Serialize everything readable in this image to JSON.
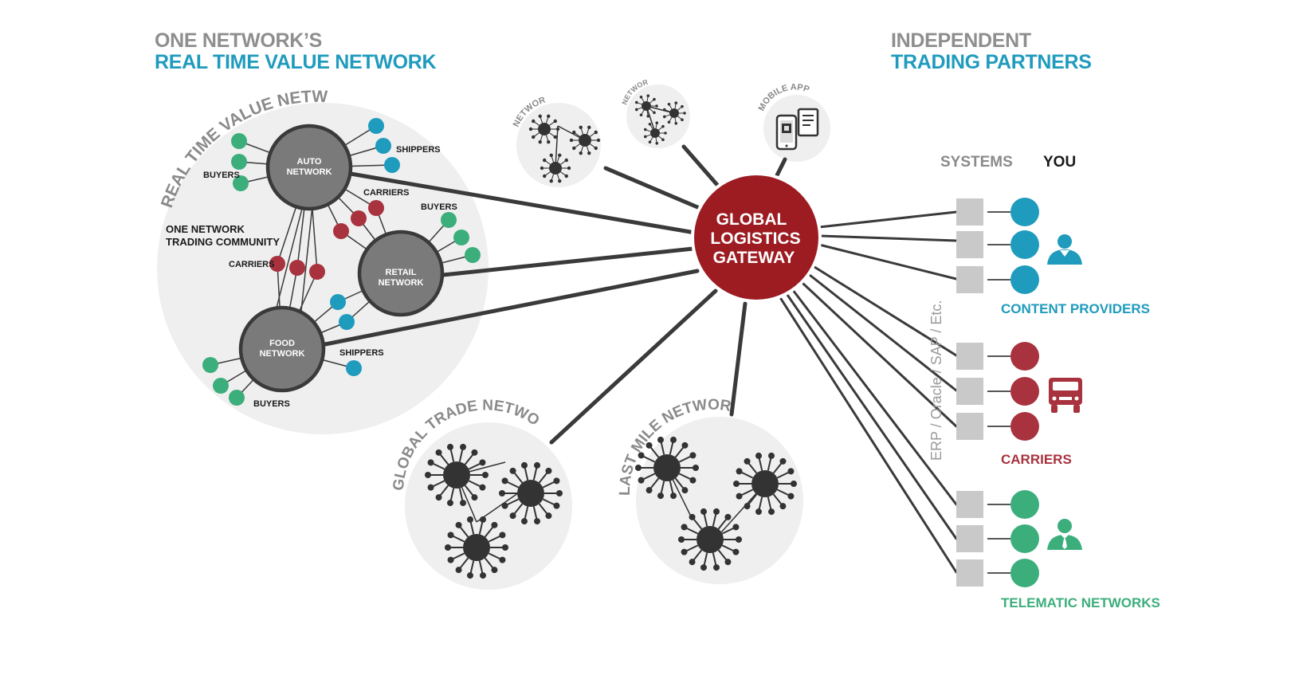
{
  "headings": {
    "left_line1": "ONE NETWORK’S",
    "left_line2": "REAL TIME VALUE NETWORK",
    "right_line1": "INDEPENDENT",
    "right_line2": "TRADING PARTNERS"
  },
  "rtvn": {
    "arc_title": "REAL TIME VALUE NETWORK",
    "community_line1": "ONE NETWORK",
    "community_line2": "TRADING COMMUNITY",
    "auto_line1": "AUTO",
    "auto_line2": "NETWORK",
    "retail_line1": "RETAIL",
    "retail_line2": "NETWORK",
    "food_line1": "FOOD",
    "food_line2": "NETWORK",
    "buyers": "BUYERS",
    "shippers": "SHIPPERS",
    "carriers": "CARRIERS"
  },
  "small_networks": {
    "network_a": "NETWORK",
    "network_b": "NETWORK",
    "mobile_apps": "MOBILE APPS"
  },
  "gateway": {
    "line1": "GLOBAL",
    "line2": "LOGISTICS",
    "line3": "GATEWAY"
  },
  "bottom_networks": {
    "global_trade": "GLOBAL TRADE NETWORK",
    "last_mile": "LAST MILE NETWORK"
  },
  "partners": {
    "systems": "SYSTEMS",
    "you": "YOU",
    "erp": "ERP / Oracle / SAP / Etc.",
    "content_providers": "CONTENT PROVIDERS",
    "carriers": "CARRIERS",
    "telematic_networks": "TELEMATIC NETWORKS"
  },
  "colors": {
    "gateway_red": "#9c1c22",
    "content_blue": "#1f9bbd",
    "carrier_red": "#a8323e",
    "telematic_green": "#3cae7c",
    "hub_gray": "#777777",
    "bubble_gray": "#efefef",
    "link_dark": "#3a3a3a"
  },
  "icons": [
    "person-icon",
    "truck-icon",
    "businessman-icon",
    "phone-icon",
    "tablet-icon"
  ]
}
